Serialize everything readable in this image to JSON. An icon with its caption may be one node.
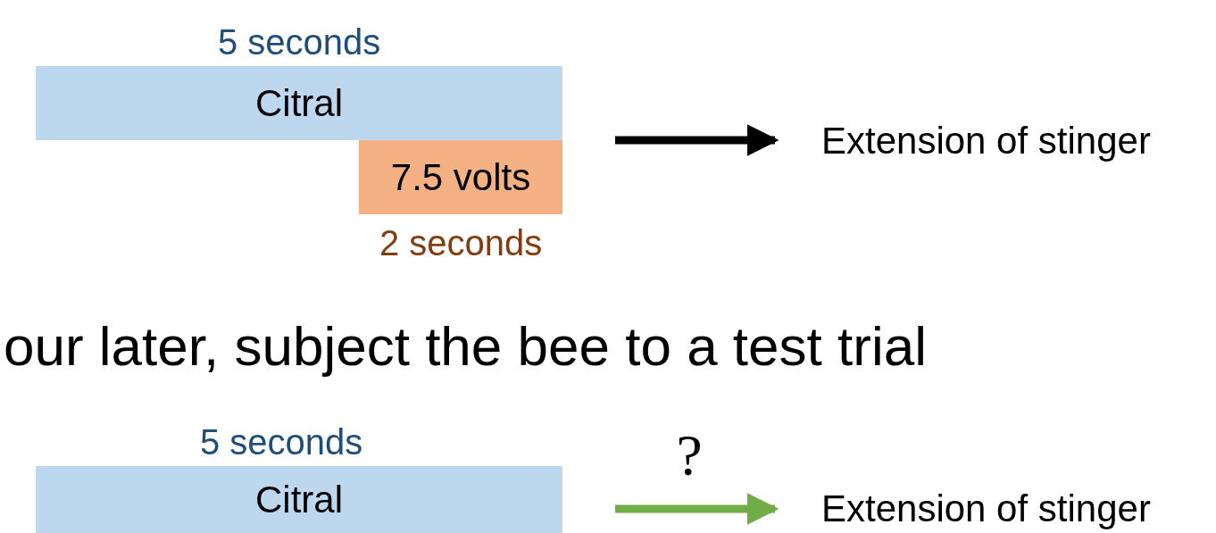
{
  "diagram": {
    "nodes": [
      {
        "text": [
          "Citral"
        ],
        "beside": [
          "5 seconds"
        ]
      },
      {
        "text": [
          "7.5 volts"
        ],
        "beside": [
          "2 seconds"
        ]
      },
      {
        "text": [
          "Extension of stinger"
        ]
      },
      {
        "text": [
          "Citral"
        ],
        "beside": [
          "5 seconds"
        ]
      },
      {
        "text": [
          "Extension of stinger"
        ]
      }
    ],
    "edges": [
      {
        "from": 0,
        "to": 2,
        "arrow": "to"
      },
      {
        "from": 3,
        "to": 4,
        "arrow": "to",
        "label": "?",
        "color": "#70ad47"
      }
    ],
    "labels": [
      "our later, subject the bee to a test trial"
    ]
  }
}
